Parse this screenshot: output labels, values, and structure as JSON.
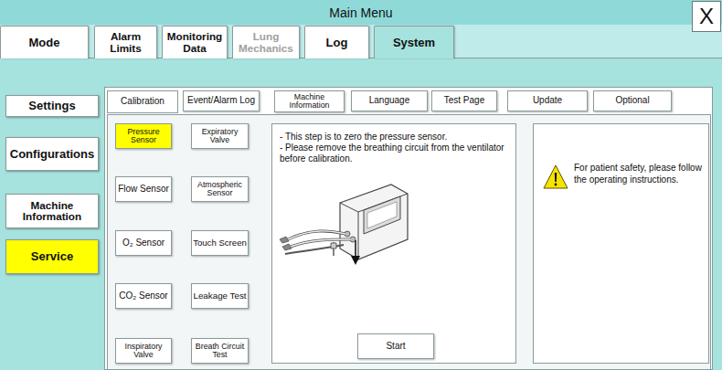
{
  "diagram": {
    "title": "Main Menu",
    "nodes": [
      {
        "text": [
          "X"
        ]
      },
      {
        "text": [
          "Mode"
        ]
      },
      {
        "text": [
          "Alarm Limits"
        ]
      },
      {
        "text": [
          "Monitoring Data"
        ]
      },
      {
        "text": [
          "Lung Mechanics"
        ]
      },
      {
        "text": [
          "Log"
        ]
      },
      {
        "text": [
          "System"
        ]
      },
      {
        "text": [
          "Settings"
        ]
      },
      {
        "text": [
          "Configurations"
        ]
      },
      {
        "text": [
          "Machine Information"
        ]
      },
      {
        "text": [
          "Service"
        ]
      },
      {
        "text": [
          "Calibration"
        ]
      },
      {
        "text": [
          "Event/Alarm Log"
        ]
      },
      {
        "text": [
          "Machine Information"
        ]
      },
      {
        "text": [
          "Language"
        ]
      },
      {
        "text": [
          "Test Page"
        ]
      },
      {
        "text": [
          "Update"
        ]
      },
      {
        "text": [
          "Optional"
        ]
      },
      {
        "text": [
          "Pressure Sensor"
        ]
      },
      {
        "text": [
          "Expiratory Valve"
        ]
      },
      {
        "text": [
          "Flow Sensor"
        ]
      },
      {
        "text": [
          "Atmospheric Sensor"
        ]
      },
      {
        "text": [
          "O₂ Sensor"
        ]
      },
      {
        "text": [
          "Touch Screen"
        ]
      },
      {
        "text": [
          "CO₂ Sensor"
        ]
      },
      {
        "text": [
          "Leakage Test"
        ]
      },
      {
        "text": [
          "Inspiratory Valve"
        ]
      },
      {
        "text": [
          "Breath Circuit Test"
        ]
      },
      {
        "text": [
          "- This step is to zero the pressure sensor.",
          "- Please remove the breathing circuit from the ventilator before calibration."
        ]
      },
      {
        "text": [
          "Start"
        ],
        "in": 28
      },
      {
        "text": [
          "For patient safety, please follow the operating instructions."
        ]
      }
    ]
  }
}
